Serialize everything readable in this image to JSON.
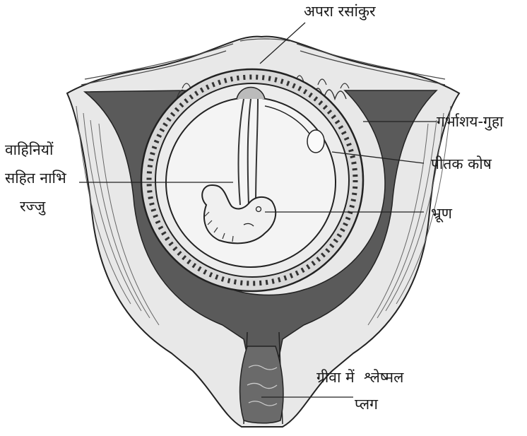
{
  "labels": {
    "placental_villi": "अपरा रसांकुर",
    "uterine_cavity": "गर्भाशय-गुहा",
    "umbilical_cord_line1": "वाहिनियों",
    "umbilical_cord_line2": "सहित नाभि",
    "umbilical_cord_line3": "रज्जु",
    "yolk_sac": "पीतक कोष",
    "embryo": "भ्रूण",
    "cervical_plug_line1": "ग्रीवा में  श्लेष्मल",
    "cervical_plug_line2": "प्लग"
  },
  "colors": {
    "cavity_dark": "#5a5a5a",
    "wall_light": "#e6e6e6",
    "line": "#222222"
  }
}
